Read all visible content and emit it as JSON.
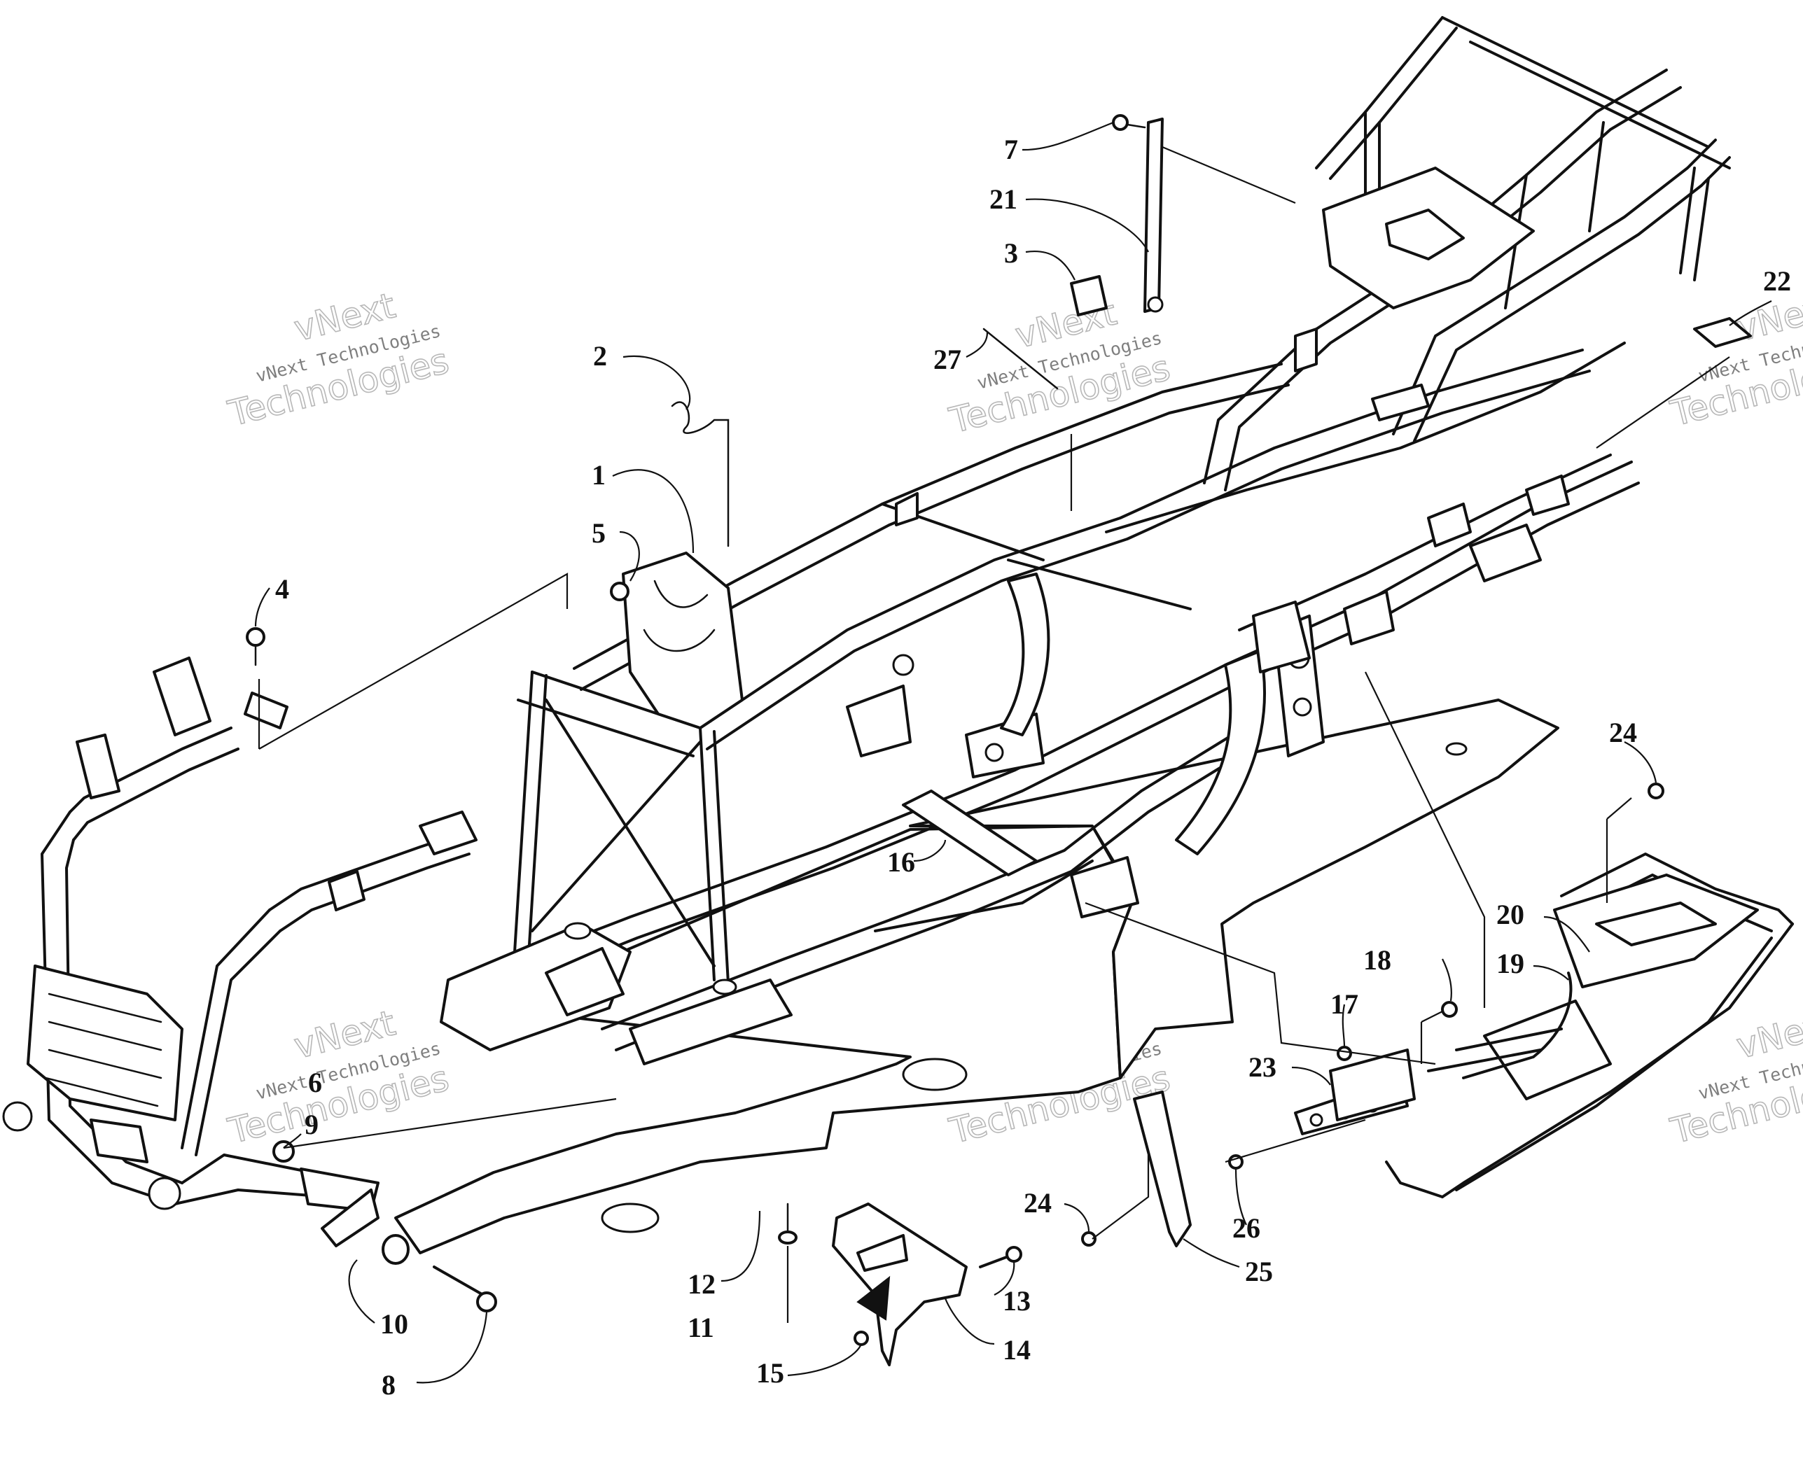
{
  "colors": {
    "line": "#111111",
    "background": "#ffffff",
    "watermark": "#9a9a9a"
  },
  "watermarks": [
    {
      "id": "wm1",
      "brand": "vNext",
      "small": "vNext Technologies",
      "big": "Technologies"
    },
    {
      "id": "wm2",
      "brand": "vNext",
      "small": "vNext Technologies",
      "big": "Technologies"
    },
    {
      "id": "wm3",
      "brand": "vNext",
      "small": "vNext Technologies",
      "big": "Technologies"
    },
    {
      "id": "wm4",
      "brand": "vNext",
      "small": "vNext Technologies",
      "big": "Technologies"
    },
    {
      "id": "wm5",
      "brand": "vNext",
      "small": "vNext Technologies",
      "big": "Technologies"
    },
    {
      "id": "wm6",
      "brand": "vNext",
      "small": "vNext Technologies",
      "big": "Technologies"
    }
  ],
  "callouts": {
    "c1": "1",
    "c2": "2",
    "c3": "3",
    "c4": "4",
    "c5": "5",
    "c6": "6",
    "c7": "7",
    "c8": "8",
    "c9": "9",
    "c10": "10",
    "c11": "11",
    "c12": "12",
    "c13": "13",
    "c14": "14",
    "c15": "15",
    "c16": "16",
    "c17": "17",
    "c18": "18",
    "c19": "19",
    "c20": "20",
    "c21": "21",
    "c22": "22",
    "c23": "23",
    "c24a": "24",
    "c24b": "24",
    "c25": "25",
    "c26": "26",
    "c27": "27"
  }
}
